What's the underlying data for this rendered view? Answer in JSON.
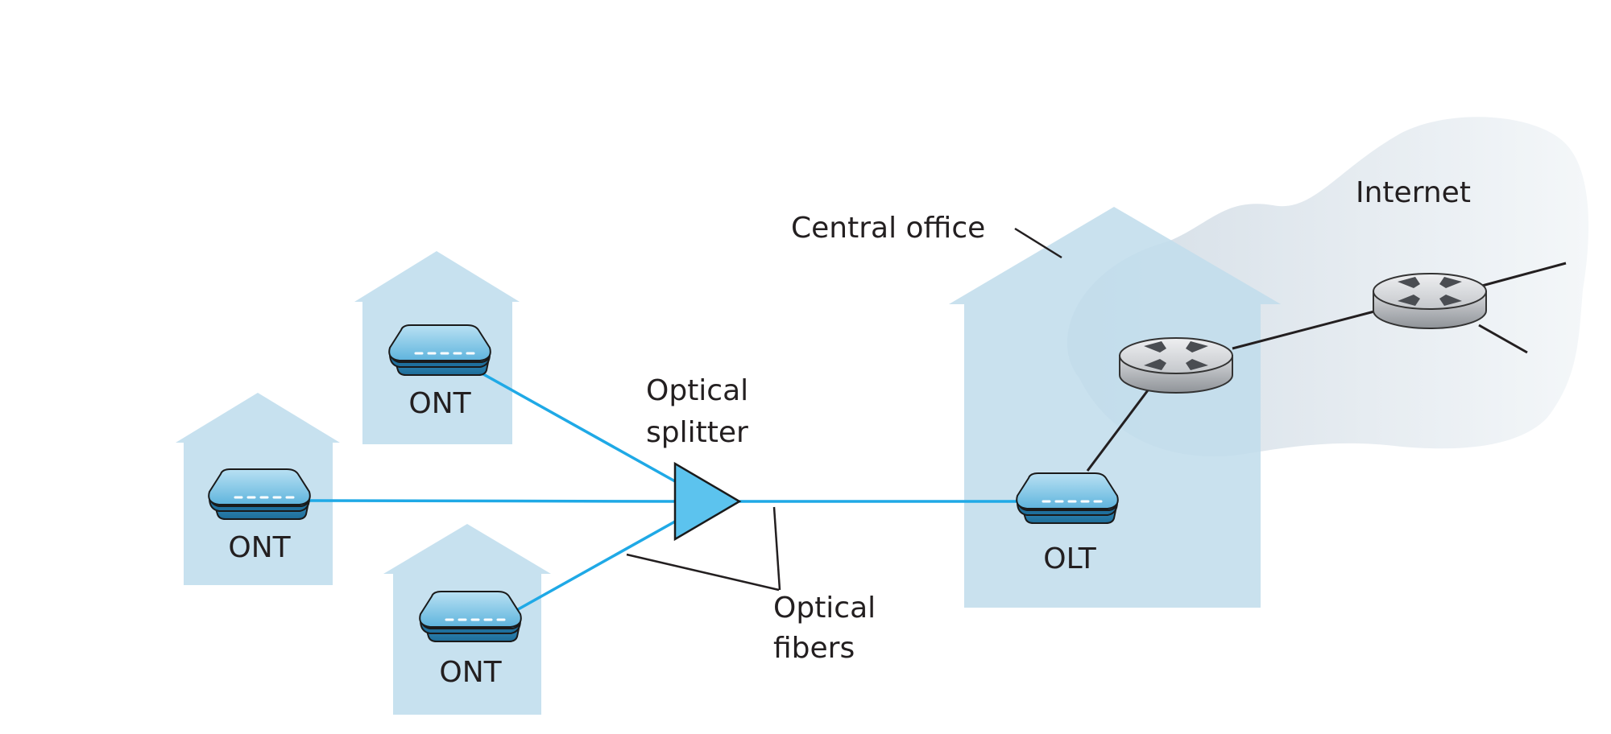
{
  "labels": {
    "ont": "ONT",
    "olt": "OLT",
    "central_office": "Central office",
    "internet": "Internet",
    "splitter_line1": "Optical",
    "splitter_line2": "splitter",
    "fibers_line1": "Optical",
    "fibers_line2": "fibers"
  },
  "colors": {
    "house_fill": "#c7e1ef",
    "fiber": "#1fa9e6",
    "splitter": "#5cc3ee",
    "device_top": "#7fc6e8",
    "device_body": "#2d86b8",
    "router_body": "#b9bcc0",
    "cloud": "#dfe6ec",
    "line": "#231f20"
  },
  "icons": [
    "house-icon",
    "ont-device-icon",
    "olt-device-icon",
    "router-icon",
    "optical-splitter-icon",
    "internet-cloud-icon"
  ]
}
